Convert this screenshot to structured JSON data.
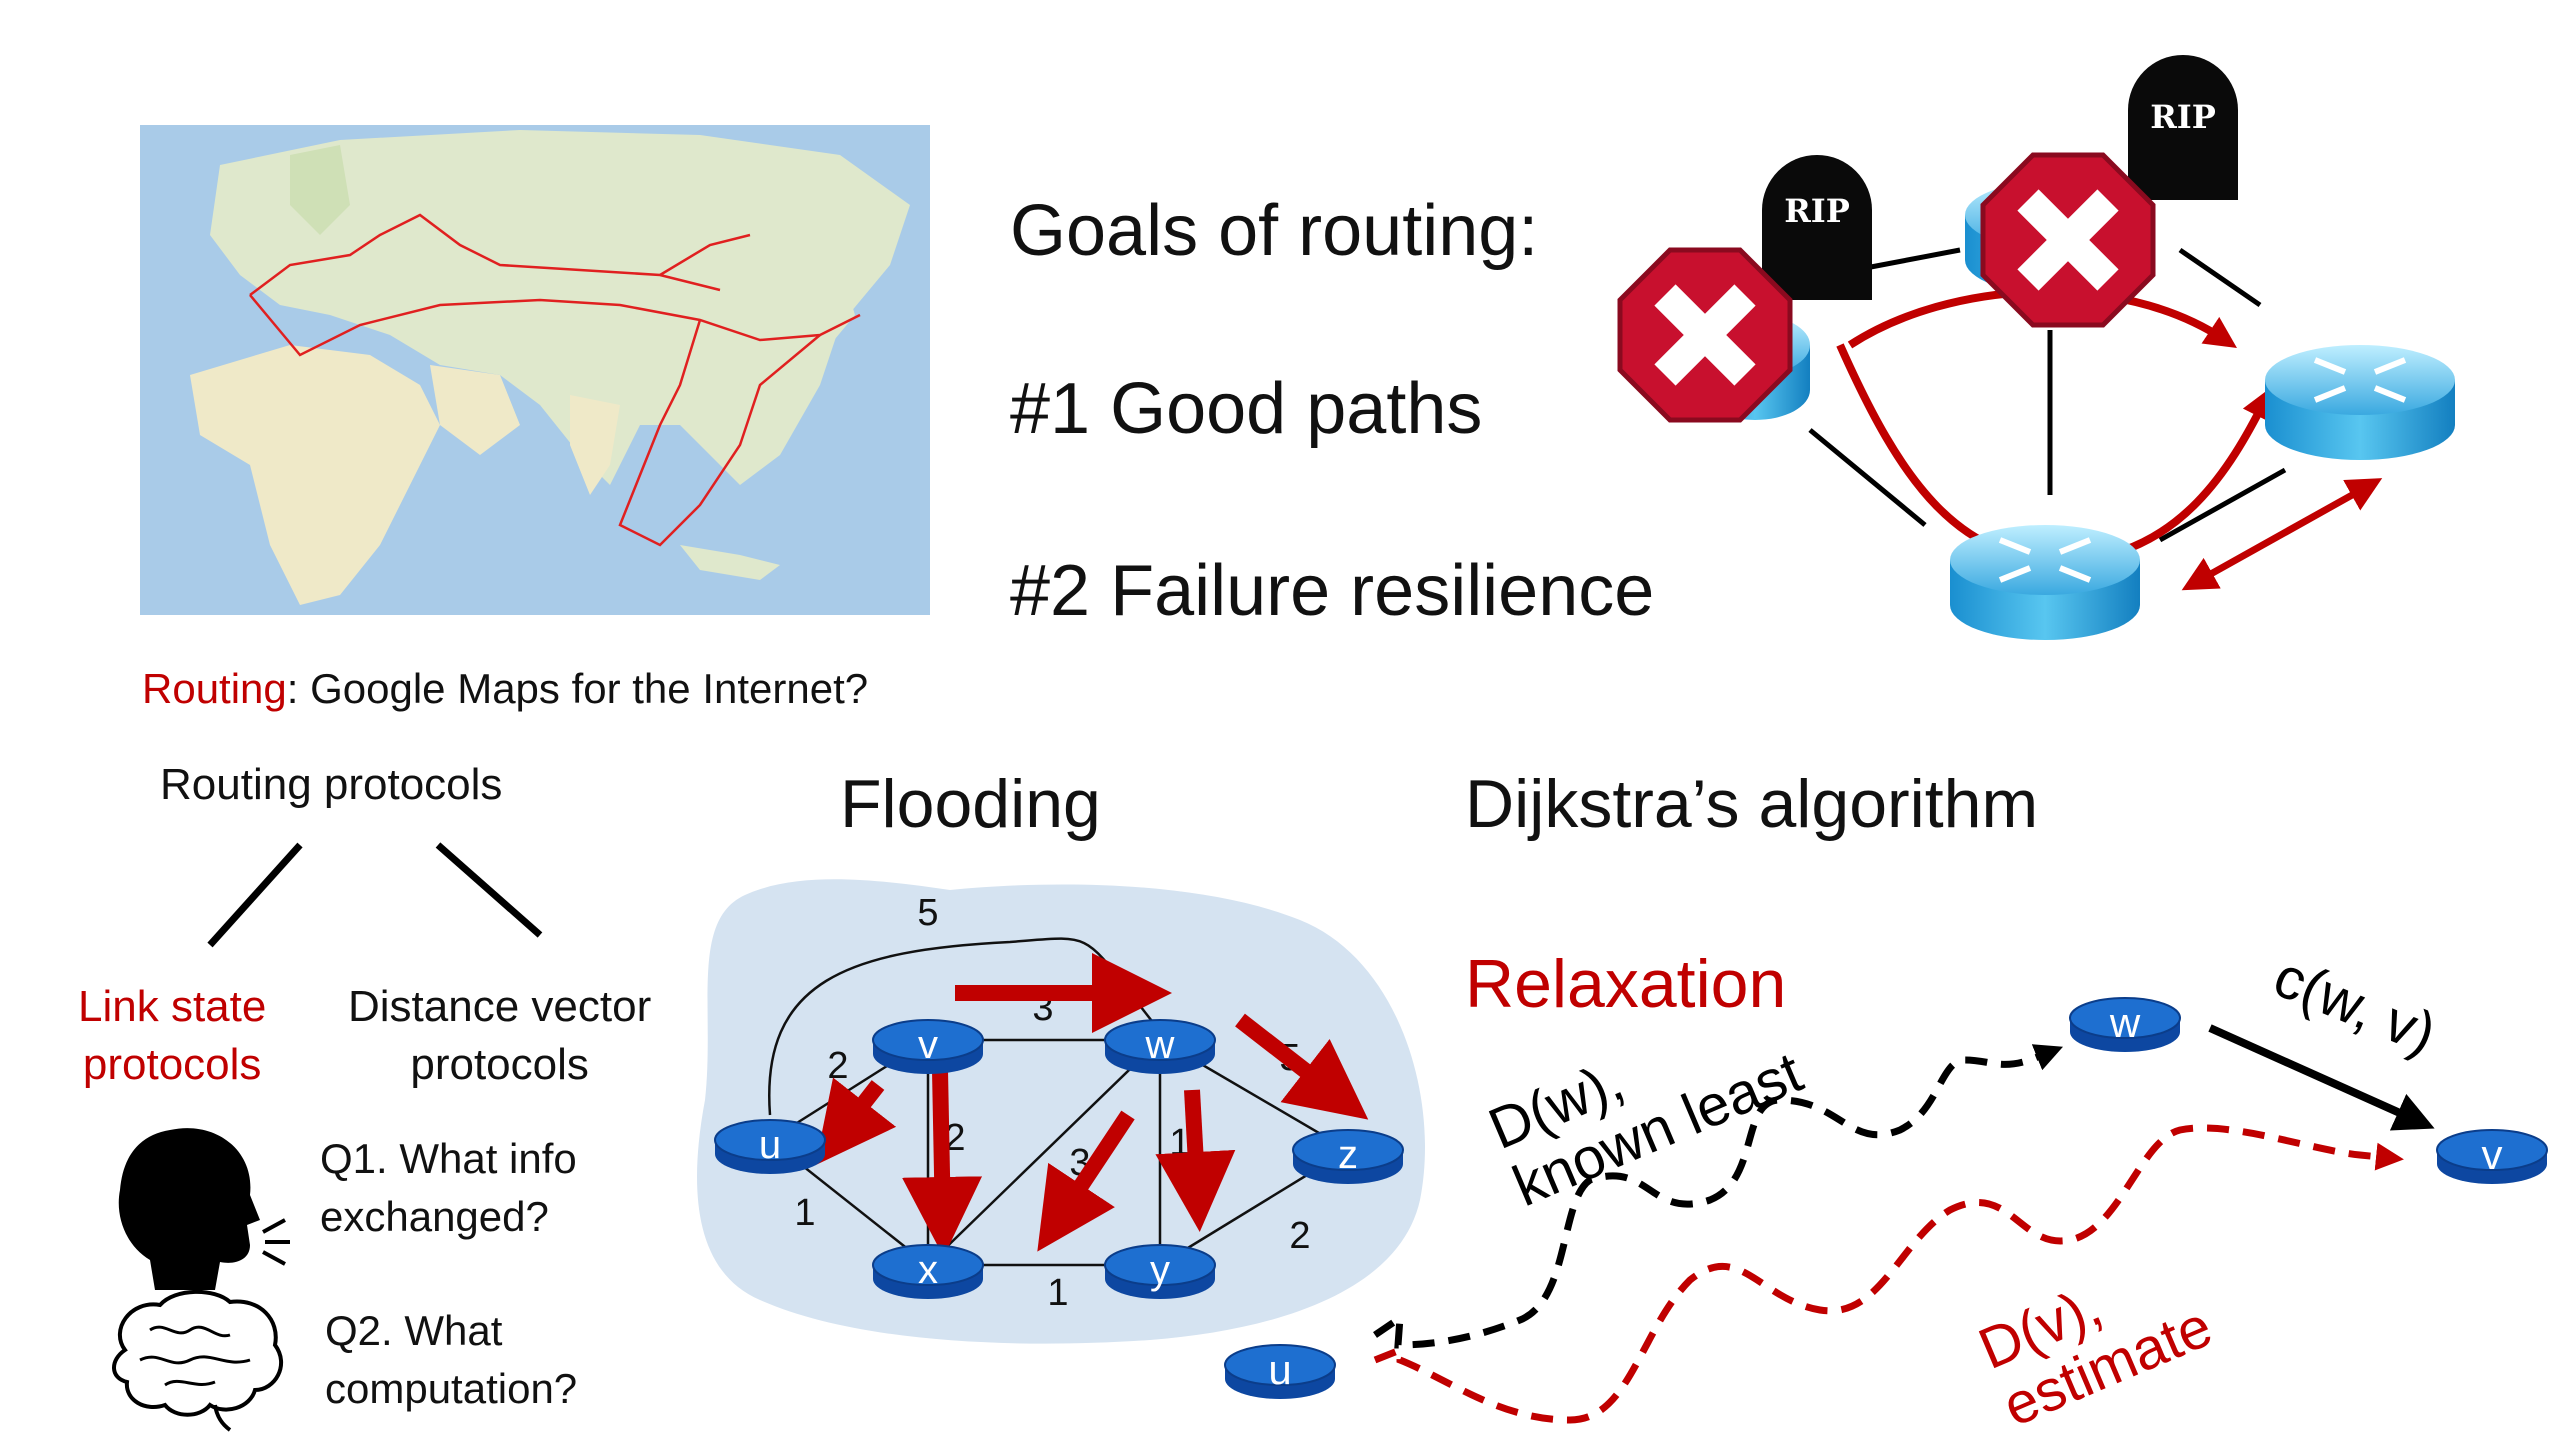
{
  "routing_caption": {
    "highlight": "Routing",
    "rest": ": Google Maps for the Internet?"
  },
  "goals": {
    "title": "Goals of routing:",
    "goal1": "#1 Good paths",
    "goal2": "#2 Failure resilience"
  },
  "rip_label": "RIP",
  "protocols": {
    "root": "Routing protocols",
    "link_state": [
      "Link state",
      "protocols"
    ],
    "distance_vector": [
      "Distance vector",
      "protocols"
    ],
    "q1": [
      "Q1. What info",
      "exchanged?"
    ],
    "q2": [
      "Q2. What",
      "computation?"
    ]
  },
  "flooding": {
    "title": "Flooding",
    "nodes": [
      "u",
      "v",
      "w",
      "x",
      "y",
      "z"
    ],
    "edges": [
      {
        "from": "u",
        "to": "v",
        "weight": "2"
      },
      {
        "from": "u",
        "to": "x",
        "weight": "1"
      },
      {
        "from": "u",
        "to": "w",
        "weight": "5"
      },
      {
        "from": "v",
        "to": "w",
        "weight": "3"
      },
      {
        "from": "v",
        "to": "x",
        "weight": "2"
      },
      {
        "from": "w",
        "to": "x",
        "weight": "3"
      },
      {
        "from": "w",
        "to": "y",
        "weight": "1"
      },
      {
        "from": "w",
        "to": "z",
        "weight": "5"
      },
      {
        "from": "x",
        "to": "y",
        "weight": "1"
      },
      {
        "from": "y",
        "to": "z",
        "weight": "2"
      }
    ]
  },
  "dijkstra": {
    "title": "Dijkstra’s algorithm",
    "relaxation": "Relaxation",
    "dw_label": [
      "D(w),",
      "known least"
    ],
    "dv_label": [
      "D(v),",
      "estimate"
    ],
    "cost_label": "c(w, v)",
    "nodes": [
      "u",
      "w",
      "v"
    ]
  },
  "colors": {
    "accent_red": "#c00000",
    "router_blue": "#1565c0",
    "cloud": "#d5e3f1"
  }
}
